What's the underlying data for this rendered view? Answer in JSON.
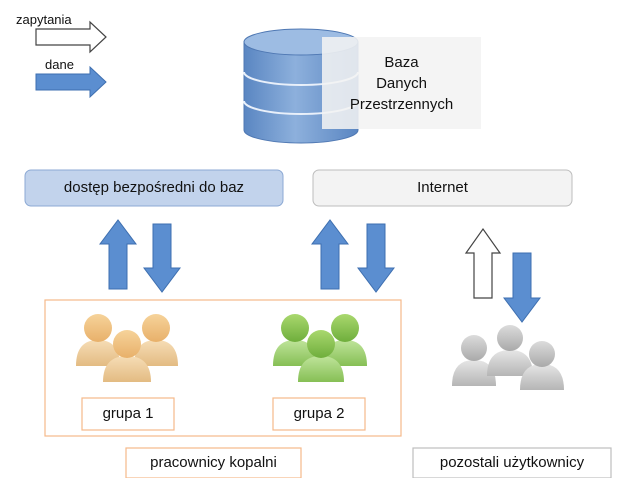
{
  "legend": {
    "queries_label": "zapytania",
    "data_label": "dane"
  },
  "database": {
    "label_line1": "Baza",
    "label_line2": "Danych",
    "label_line3": "Przestrzennych"
  },
  "channels": {
    "direct_access": "dostęp bezpośredni do baz",
    "internet": "Internet"
  },
  "groups": {
    "group1": "grupa 1",
    "group2": "grupa 2",
    "mine_workers": "pracownicy kopalni",
    "other_users": "pozostali użytkownicy"
  },
  "colors": {
    "arrow_blue": "#5b8ed0",
    "db_blue": "#7ea3d4",
    "direct_access_fill": "#c2d3ec",
    "internet_fill": "#f3f3f3",
    "frame_orange": "#f5b98a",
    "group1_fill": "#f1c98a",
    "group2_fill": "#93c959",
    "others_fill": "#c9c9c9"
  },
  "icons": {
    "legend_query": "hollow-arrow-icon",
    "legend_data": "filled-arrow-icon",
    "database": "database-cylinder-icon",
    "people": "people-group-icon"
  }
}
